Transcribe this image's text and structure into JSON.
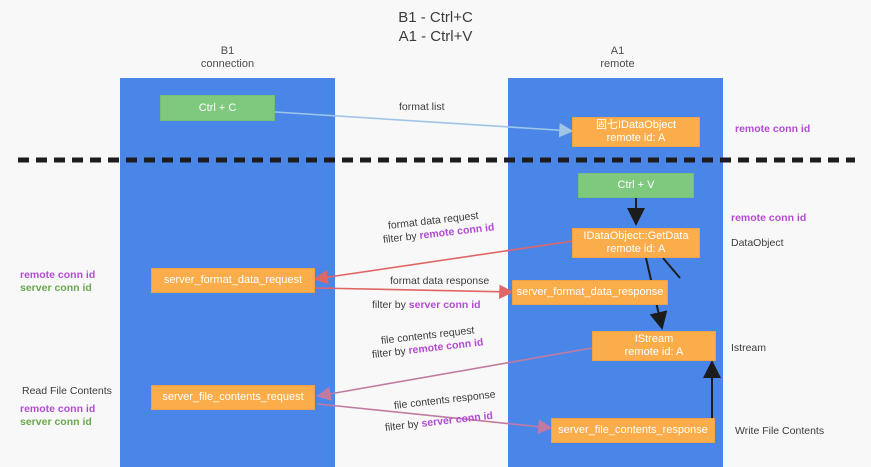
{
  "title": {
    "line1": "B1 - Ctrl+C",
    "line2": "A1 - Ctrl+V"
  },
  "lanes": [
    {
      "id": "b1",
      "name": "B1",
      "role": "connection",
      "color": "#4a86e8"
    },
    {
      "id": "a1",
      "name": "A1",
      "role": "remote",
      "color": "#4a86e8"
    }
  ],
  "boxes": {
    "ctrl_c": {
      "label": "Ctrl + C",
      "color": "#7fc97f"
    },
    "ctrl_v": {
      "label": "Ctrl + V",
      "color": "#7fc97f"
    },
    "idataobject": {
      "line1": "固七IDataObject",
      "line2": "remote id: A",
      "color": "#fbad4b"
    },
    "getdata": {
      "line1": "IDataObject::GetData",
      "line2": "remote id: A",
      "color": "#fbad4b"
    },
    "istream": {
      "line1": "IStream",
      "line2": "remote id: A",
      "color": "#fbad4b"
    },
    "server_format_data_request": {
      "label": "server_format_data_request",
      "color": "#fbad4b"
    },
    "server_format_data_response": {
      "label": "server_format_data_response",
      "color": "#fbad4b"
    },
    "server_file_contents_request": {
      "label": "server_file_contents_request",
      "color": "#fbad4b"
    },
    "server_file_contents_response": {
      "label": "server_file_contents_response",
      "color": "#fbad4b"
    }
  },
  "edge_labels": {
    "format_list": "format list",
    "format_data_request": "format data request",
    "format_data_request_filter_prefix": "filter by ",
    "format_data_request_filter_key": "remote conn id",
    "format_data_response": "format data response",
    "format_data_response_filter_prefix": "filter by ",
    "format_data_response_filter_key": "server conn id",
    "file_contents_request": "file contents request",
    "file_contents_request_filter_prefix": "filter by ",
    "file_contents_request_filter_key": "remote conn id",
    "file_contents_response": "file contents response",
    "file_contents_response_filter_prefix": "filter by ",
    "file_contents_response_filter_key": "server conn id"
  },
  "annotations": {
    "right_remote_conn_id_top": "remote conn id",
    "right_remote_conn_id_mid": "remote conn id",
    "right_dataobject": "DataObject",
    "right_istream": "Istream",
    "right_write_file_contents": "Write File Contents",
    "left_remote_conn_id_mid": "remote conn id",
    "left_server_conn_id_mid": "server conn id",
    "left_read_file_contents": "Read File Contents",
    "left_remote_conn_id_bottom": "remote conn id",
    "left_server_conn_id_bottom": "server conn id"
  },
  "colors": {
    "lane": "#4a86e8",
    "green_box": "#7fc97f",
    "orange_box": "#fbad4b",
    "purple_text": "#b44bd6",
    "green_text": "#6aa84f",
    "arrow_blue": "#9fc5e8",
    "arrow_red": "#e06666",
    "arrow_magenta": "#c27ba0",
    "arrow_dark": "#1c1c1c",
    "divider": "#1c1c1c",
    "background": "#f8f8f8"
  }
}
